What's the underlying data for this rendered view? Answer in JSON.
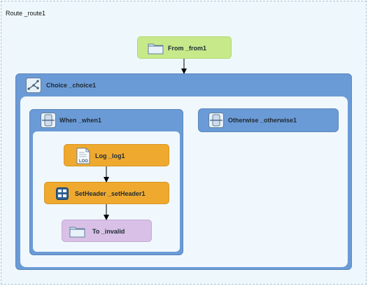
{
  "route": {
    "title": "Route _route1"
  },
  "nodes": {
    "from": {
      "label": "From _from1",
      "icon": "folder-icon"
    },
    "choice": {
      "label": "Choice _choice1",
      "icon": "choice-branch-icon"
    },
    "when": {
      "label": "When _when1",
      "icon": "when-icon"
    },
    "otherwise": {
      "label": "Otherwise _otherwise1",
      "icon": "otherwise-icon"
    },
    "log": {
      "label": "Log _log1",
      "icon": "log-document-icon",
      "icon_text": "LOG"
    },
    "setheader": {
      "label": "SetHeader _setHeader1",
      "icon": "set-header-icon"
    },
    "to": {
      "label": "To _invalid",
      "icon": "folder-icon"
    }
  },
  "colors": {
    "route_bg": "#eef8fc",
    "from": "#c7e98a",
    "container": "#6b9bd6",
    "processor": "#efa92f",
    "endpoint_to": "#d8c0e6"
  }
}
